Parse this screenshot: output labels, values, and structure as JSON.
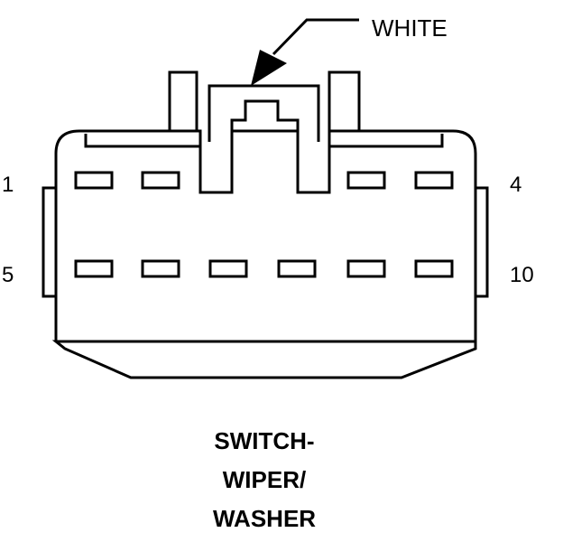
{
  "callout": {
    "label": "WHITE"
  },
  "pin_labels": {
    "top_left": "1",
    "top_right": "4",
    "bottom_left": "5",
    "bottom_right": "10"
  },
  "title_lines": [
    "SWITCH-",
    "WIPER/",
    "WASHER"
  ],
  "connector": {
    "top_row_cavities": 4,
    "bottom_row_cavities": 6
  }
}
